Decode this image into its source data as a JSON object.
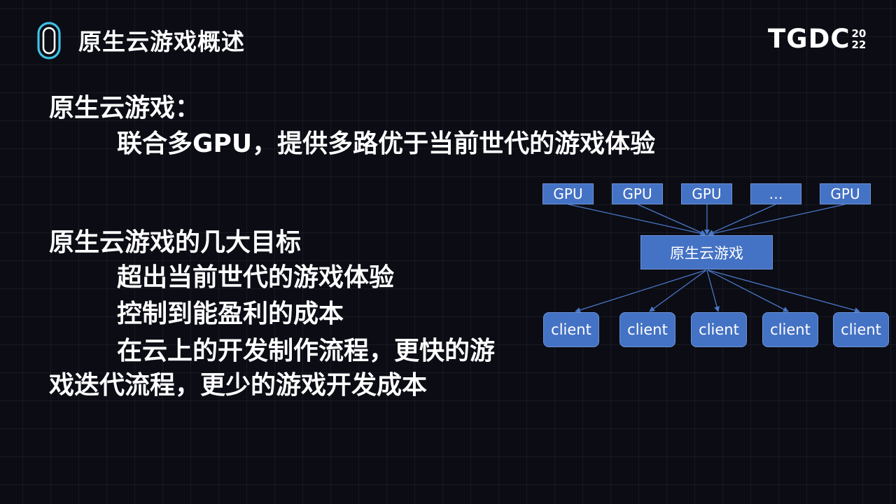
{
  "header": {
    "title": "原生云游戏概述",
    "brand": "TGDC",
    "brand_year_top": "20",
    "brand_year_bottom": "22"
  },
  "content": {
    "heading1": "原生云游戏：",
    "line1": "联合多GPU，提供多路优于当前世代的游戏体验",
    "heading2": "原生云游戏的几大目标",
    "goals": [
      "超出当前世代的游戏体验",
      "控制到能盈利的成本",
      "在云上的开发制作流程，更快的游戏迭代流程，更少的游戏开发成本"
    ]
  },
  "diagram": {
    "gpu_nodes": [
      "GPU",
      "GPU",
      "GPU",
      "…",
      "GPU"
    ],
    "center": "原生云游戏",
    "clients": [
      "client",
      "client",
      "client",
      "client",
      "client"
    ],
    "colors": {
      "node_fill": "#4472c4",
      "arrow": "#4a78c8"
    }
  },
  "colors": {
    "background": "#0b0c14",
    "text": "#ffffff",
    "logo_accent": "#3ec0e6"
  }
}
